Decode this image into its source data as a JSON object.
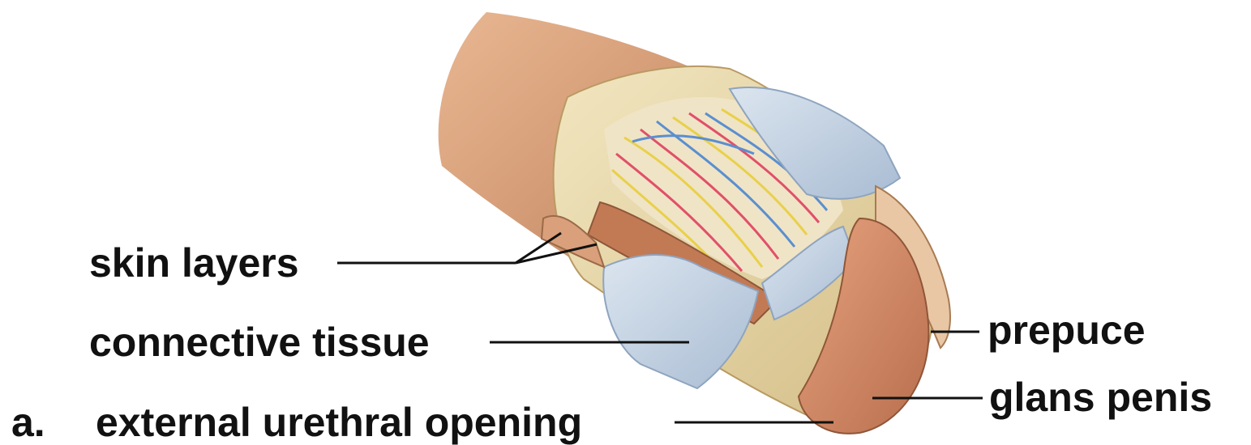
{
  "figure": {
    "panel_letter": "a.",
    "labels": {
      "skin_layers": "skin layers",
      "connective_tissue": "connective tissue",
      "external_urethral_opening": "external urethral opening",
      "prepuce": "prepuce",
      "glans_penis": "glans penis"
    }
  },
  "colors": {
    "skin": "#d9a07b",
    "skin_dark": "#b87a55",
    "fascia": "#e6d6a6",
    "connective_blue": "#c4d2e2",
    "glans": "#d48a66",
    "nerve_yellow": "#e8d04a",
    "artery_red": "#e0506a",
    "vein_blue": "#5a8fd0",
    "leader_line": "#111111"
  }
}
